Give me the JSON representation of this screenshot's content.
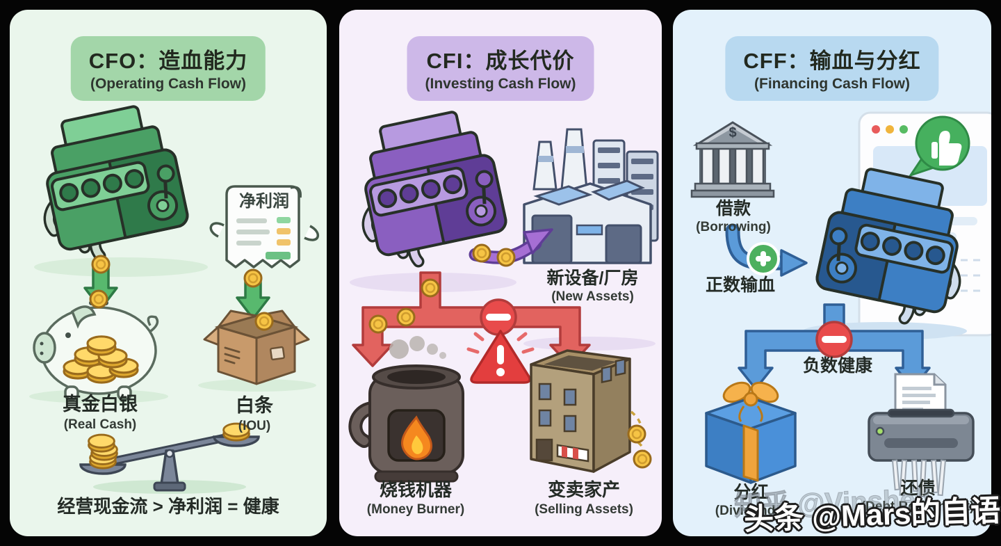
{
  "canvas": {
    "bg": "#050505"
  },
  "panels": {
    "cfo": {
      "title": "CFO：造血能力",
      "subtitle": "(Operating Cash Flow)",
      "header_bg": "#a3d6a9",
      "panel_bg": "#eaf6ec",
      "engine_color": "#4aa065",
      "receipt_title": "净利润",
      "real_cash_zh": "真金白银",
      "real_cash_en": "(Real Cash)",
      "iou_zh": "白条",
      "iou_en": "(IOU)",
      "formula": "经营现金流 > 净利润 = 健康"
    },
    "cfi": {
      "title": "CFI：成长代价",
      "subtitle": "(Investing Cash Flow)",
      "header_bg": "#cdb8e8",
      "panel_bg": "#f6effa",
      "engine_color": "#8a5fc0",
      "new_assets_zh": "新设备/厂房",
      "new_assets_en": "(New Assets)",
      "money_burner_zh": "烧钱机器",
      "money_burner_en": "(Money Burner)",
      "selling_assets_zh": "变卖家产",
      "selling_assets_en": "(Selling Assets)"
    },
    "cff": {
      "title": "CFF：输血与分红",
      "subtitle": "(Financing Cash Flow)",
      "header_bg": "#b8d9f0",
      "panel_bg": "#e3f1fb",
      "engine_color": "#3d7fc4",
      "borrowing_zh": "借款",
      "borrowing_en": "(Borrowing)",
      "bank_symbol": "$",
      "positive_label": "正数输血",
      "negative_label": "负数健康",
      "dividends_zh": "分红",
      "dividends_en": "(Dividends)",
      "debt_zh": "还债",
      "debt_en": "(Debt Repayment)"
    }
  },
  "watermarks": {
    "zhihu": "知乎 @Vinshell",
    "toutiao": "头条 @Mars的自语"
  }
}
